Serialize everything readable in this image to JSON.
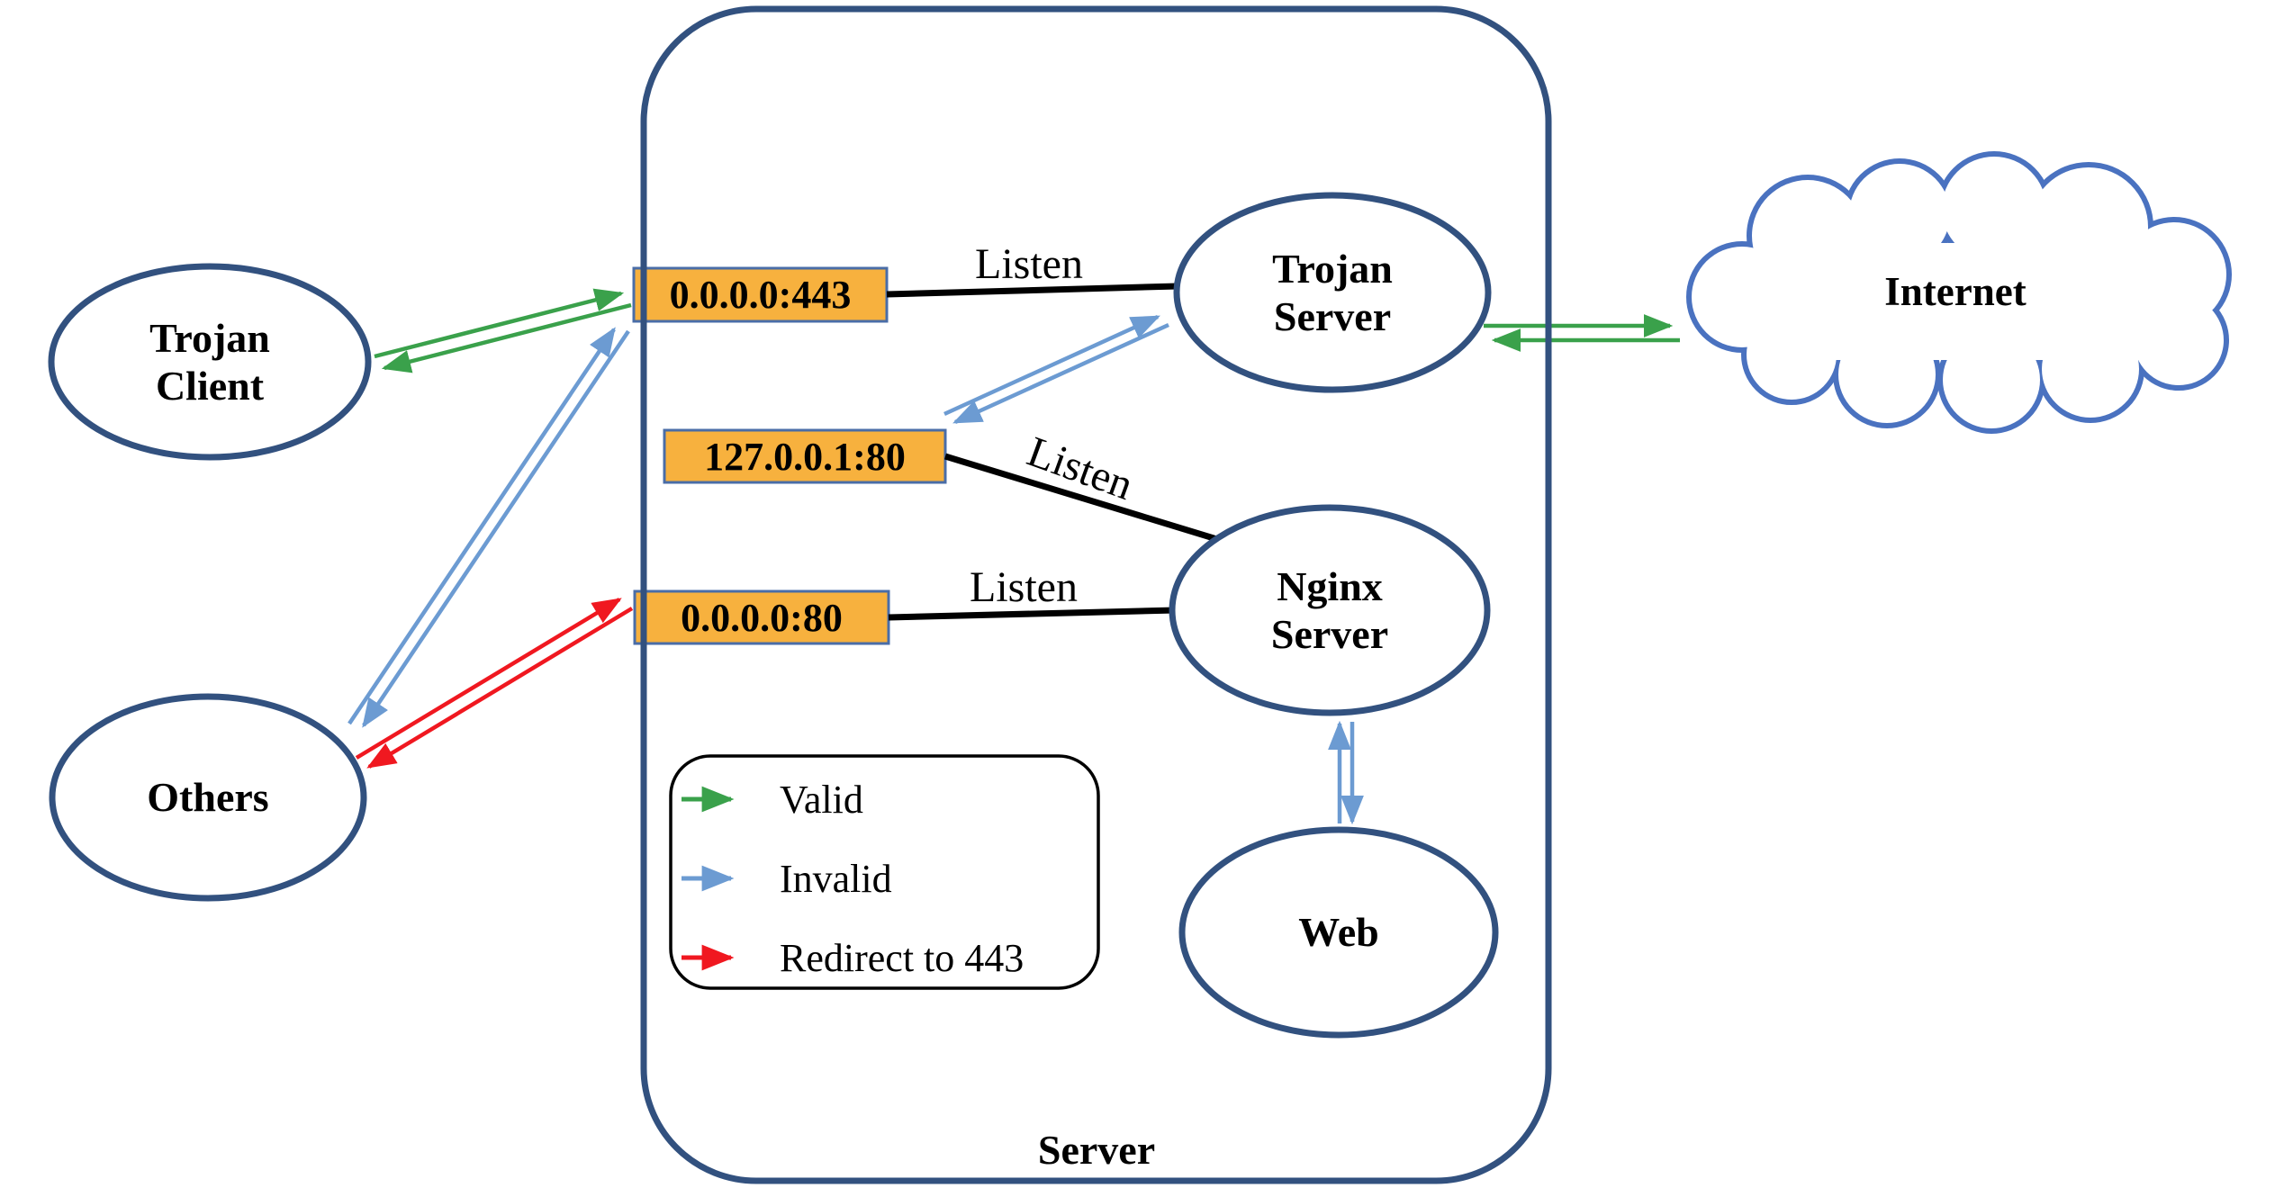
{
  "container": {
    "label": "Server"
  },
  "nodes": {
    "trojan_client": {
      "line1": "Trojan",
      "line2": "Client"
    },
    "others": {
      "label": "Others"
    },
    "trojan_server": {
      "line1": "Trojan",
      "line2": "Server"
    },
    "nginx_server": {
      "line1": "Nginx",
      "line2": "Server"
    },
    "web": {
      "label": "Web"
    },
    "internet": {
      "label": "Internet"
    }
  },
  "ports": {
    "p443": {
      "label": "0.0.0.0:443"
    },
    "p127_80": {
      "label": "127.0.0.1:80"
    },
    "p80": {
      "label": "0.0.0.0:80"
    }
  },
  "listen_labels": {
    "l443": "Listen",
    "l127": "Listen",
    "l80": "Listen"
  },
  "legend": {
    "valid": {
      "label": "Valid"
    },
    "invalid": {
      "label": "Invalid"
    },
    "redirect": {
      "label": "Redirect to 443"
    }
  },
  "colors": {
    "node-stroke": "#32517f",
    "cloud-stroke": "#4a72c0",
    "green": "#3aa14b",
    "blue": "#6c9bd2",
    "red": "#f01820",
    "box-fill": "#f7b13e",
    "box-border": "#4a6da7",
    "ink": "#000000"
  }
}
